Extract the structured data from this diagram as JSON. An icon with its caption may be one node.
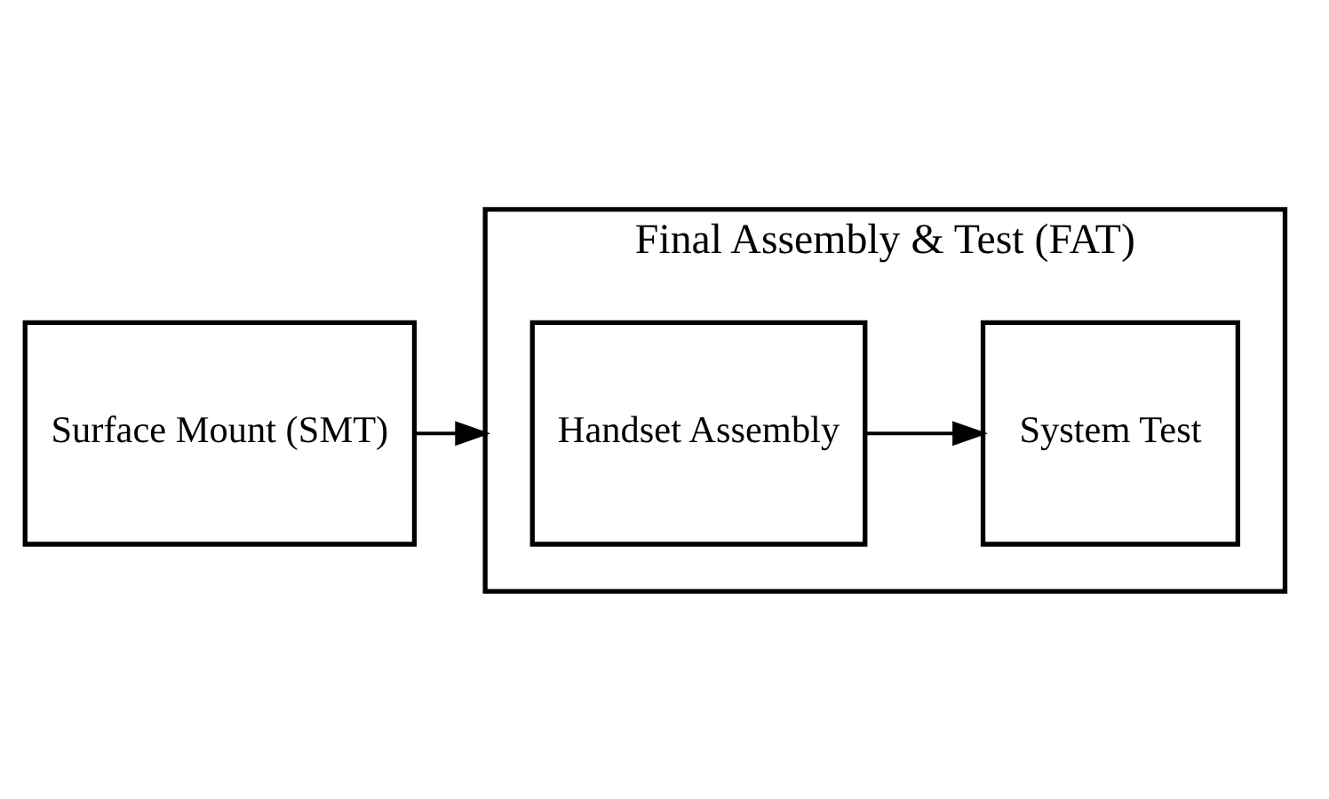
{
  "diagram": {
    "nodes": [
      {
        "text": [
          "Surface Mount (SMT)"
        ]
      },
      {
        "text": [
          "Final Assembly & Test (FAT)"
        ]
      },
      {
        "text": [
          "Handset Assembly"
        ],
        "in": 1
      },
      {
        "text": [
          "System Test"
        ],
        "in": 1
      }
    ],
    "edges": [
      {
        "from": 0,
        "to": 1,
        "arrow": "to"
      },
      {
        "from": 2,
        "to": 3,
        "arrow": "to"
      }
    ]
  }
}
